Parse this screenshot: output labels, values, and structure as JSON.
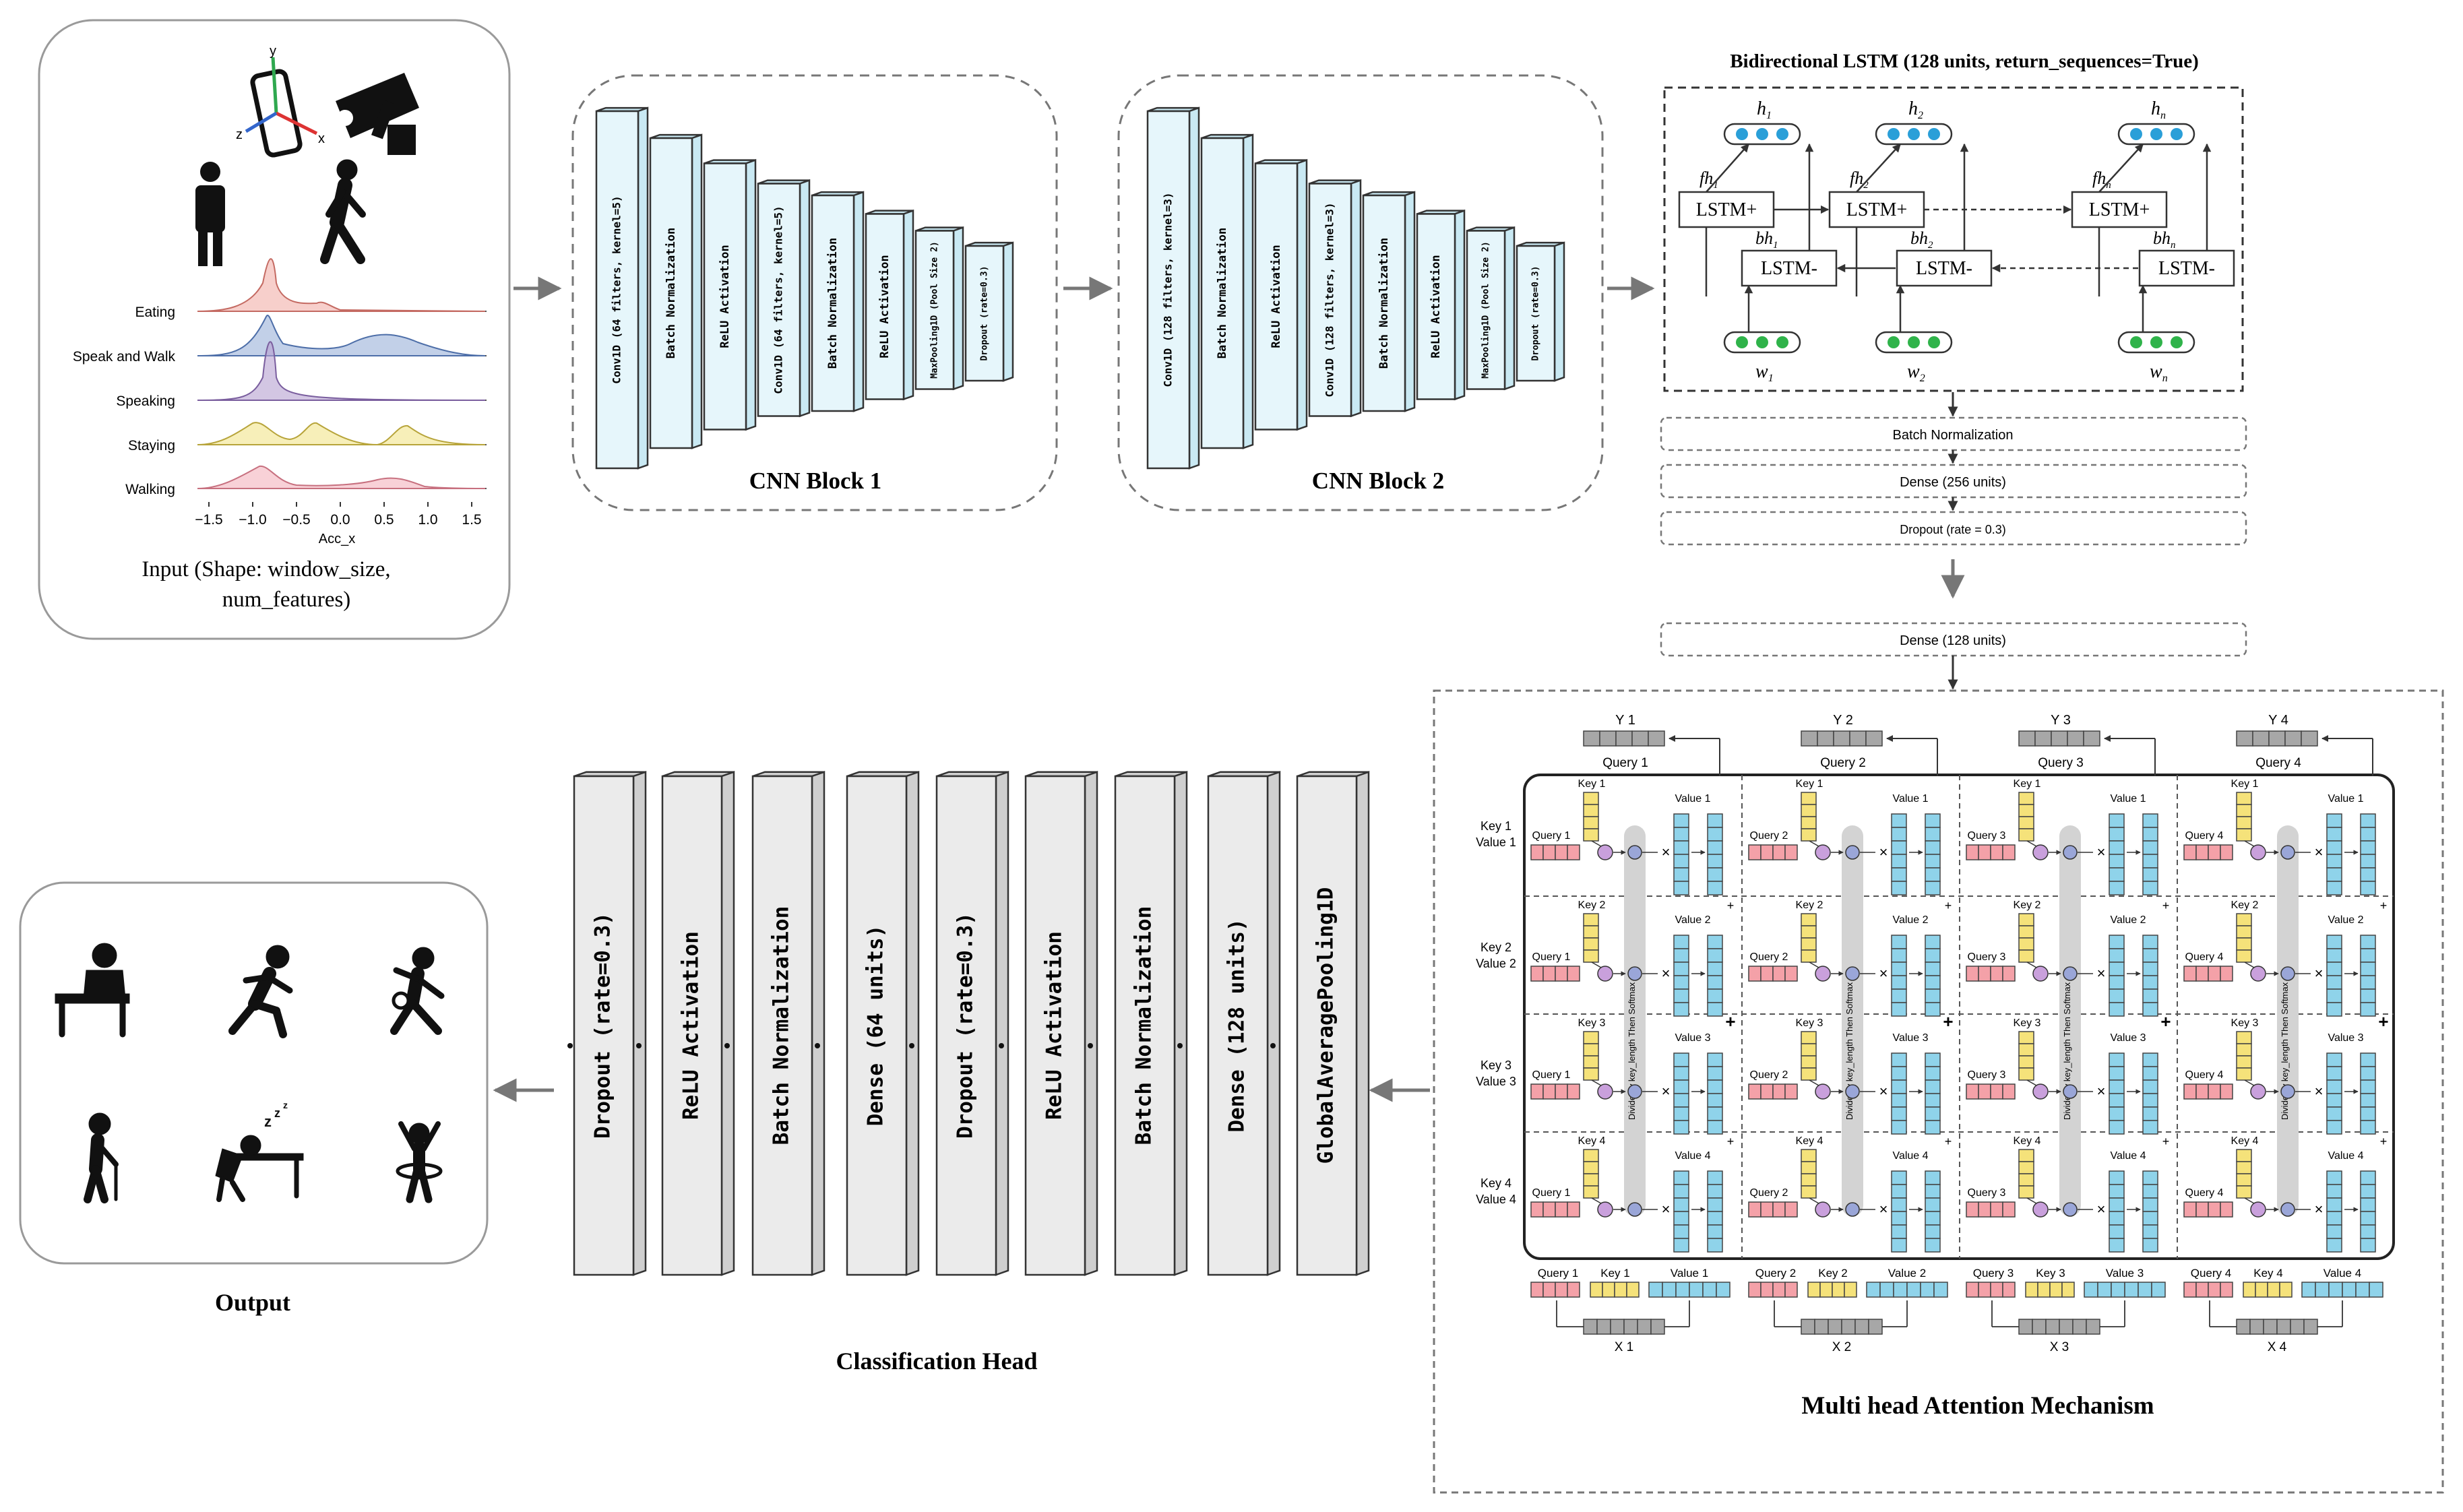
{
  "input": {
    "title": "Input (Shape: window_size, num_features)",
    "ridgeline": {
      "classes": [
        "Eating",
        "Speak and Walk",
        "Speaking",
        "Staying",
        "Walking"
      ],
      "ticks": [
        "−1.5",
        "−1.0",
        "−0.5",
        "0.0",
        "0.5",
        "1.0",
        "1.5"
      ],
      "xlabel": "Acc_x",
      "colors": [
        "#f1a7a0",
        "#8fa9d6",
        "#b6a0d0",
        "#f2e58a",
        "#f3b3bd"
      ]
    },
    "axis_labels": {
      "x": "x",
      "y": "y",
      "z": "z"
    }
  },
  "cnn1": {
    "title": "CNN Block 1",
    "layers": [
      "Conv1D (64 filters, kernel=5)",
      "Batch Normalization",
      "ReLU Activation",
      "Conv1D (64 filters, kernel=5)",
      "Batch Normalization",
      "ReLU Activation",
      "MaxPooling1D (Pool Size 2)",
      "Dropout (rate=0.3)"
    ]
  },
  "cnn2": {
    "title": "CNN Block 2",
    "layers": [
      "Conv1D (128 filters, kernel=3)",
      "Batch Normalization",
      "ReLU Activation",
      "Conv1D (128 filters, kernel=3)",
      "Batch Normalization",
      "ReLU Activation",
      "MaxPooling1D (Pool Size 2)",
      "Dropout (rate=0.3)"
    ]
  },
  "lstm": {
    "title": "Bidirectional LSTM (128 units, return_sequences=True)",
    "fwd_label": "LSTM+",
    "bwd_label": "LSTM-",
    "h_labels": [
      "h1",
      "h2",
      "hn"
    ],
    "fh_labels": [
      "fh1",
      "fh2",
      "fhn"
    ],
    "bh_labels": [
      "bh1",
      "bh2",
      "bhn"
    ],
    "w_labels": [
      "w1",
      "w2",
      "wn"
    ],
    "dense_layers": [
      "Batch Normalization",
      "Dense (256 units)",
      "Dropout (rate = 0.3)",
      "Dense (128 units)"
    ]
  },
  "attention": {
    "title": "Multi head Attention Mechanism",
    "heads": [
      {
        "y": "Y 1",
        "query": "Query 1",
        "x": "X 1",
        "value": "Value 1",
        "key": "Key 1"
      },
      {
        "y": "Y 2",
        "query": "Query 2",
        "x": "X 2",
        "value": "Value 2",
        "key": "Key 2"
      },
      {
        "y": "Y 3",
        "query": "Query 3",
        "x": "X 3",
        "value": "Value 3",
        "key": "Key 3"
      },
      {
        "y": "Y 4",
        "query": "Query 4",
        "x": "X 4",
        "value": "Value 4",
        "key": "Key 4"
      }
    ],
    "row_keys": [
      "Key 1",
      "Key 2",
      "Key 3",
      "Key 4"
    ],
    "row_values": [
      "Value 1",
      "Value 2",
      "Value 3",
      "Value 4"
    ],
    "divide_label": "Divide by key_length Then Softmax",
    "colors": {
      "query": "#f4a1a8",
      "key": "#f5e27a",
      "value": "#8fd3ea",
      "node": "#c9a0dc",
      "dot": "#9aa6d8",
      "bar": "#d3d3d3",
      "output": "#a7a7a7"
    }
  },
  "classification": {
    "title": "Classification Head",
    "layers": [
      "Dropout (rate=0.3)",
      "ReLU Activation",
      "Batch Normalization",
      "Dense (64 units)",
      "Dropout (rate=0.3)",
      "ReLU Activation",
      "Batch Normalization",
      "Dense (128 units)",
      "GlobalAveragePooling1D"
    ]
  },
  "output": {
    "title": "Output",
    "icons": [
      "eating-icon",
      "running-icon",
      "ball-player-icon",
      "elder-walking-icon",
      "sleeping-at-desk-icon",
      "hula-hoop-icon"
    ]
  },
  "colors": {
    "cnn_face": "#e6f6fb",
    "cnn_side": "#c9e9f3",
    "cls_face": "#ebebeb",
    "cls_side": "#cfcfcf",
    "stroke": "#333333",
    "arrow": "#777777"
  }
}
